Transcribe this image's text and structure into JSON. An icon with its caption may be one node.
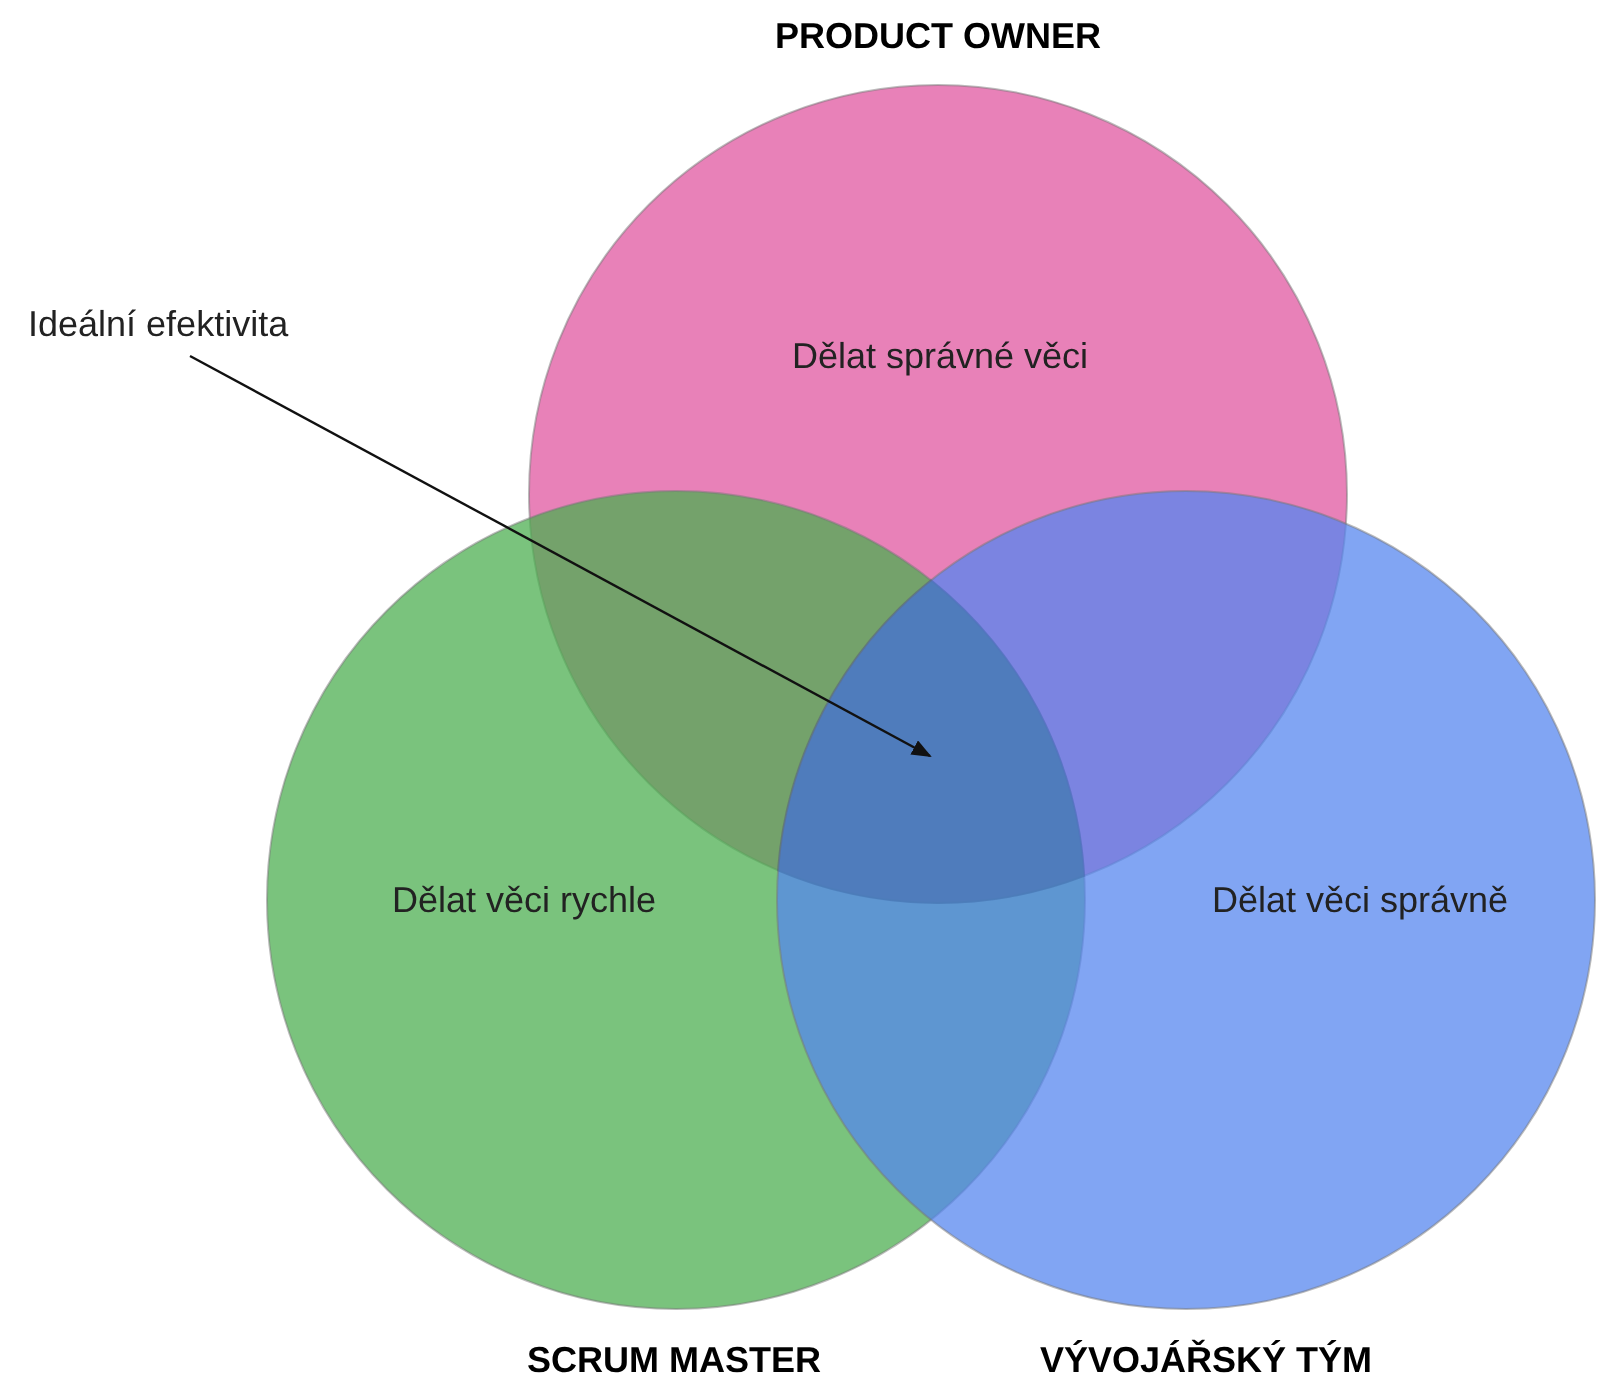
{
  "diagram": {
    "nodes": [
      {
        "text": [
          "PRODUCT OWNER",
          "Dělat správné věci"
        ]
      },
      {
        "text": [
          "Dělat věci rychle",
          "SCRUM MASTER"
        ]
      },
      {
        "text": [
          "Dělat věci správně",
          "VÝVOJÁŘSKÝ TÝM"
        ]
      },
      {
        "text": [
          "Ideální efektivita"
        ]
      },
      {
        "text": [],
        "shape": "region"
      }
    ],
    "edges": [
      {
        "from": 3,
        "to": 4,
        "arrow": "to"
      }
    ]
  }
}
